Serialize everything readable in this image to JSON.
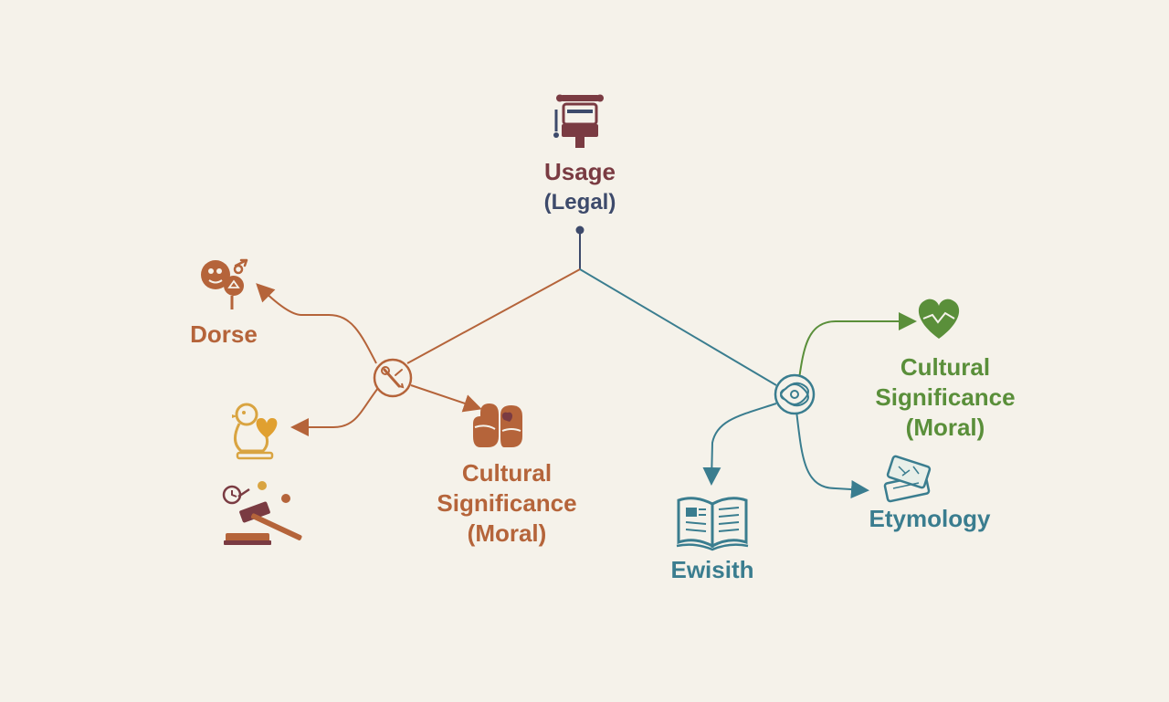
{
  "colors": {
    "background": "#f5f2ea",
    "root": "#7a3b42",
    "root_sub": "#3d4a6b",
    "left_branch": "#b5643a",
    "right_branch": "#3a7d8f",
    "green": "#5a8f3a",
    "gold": "#d9a441"
  },
  "root": {
    "title": "Usage",
    "subtitle": "(Legal)",
    "icon": "legal-machine-icon"
  },
  "left": {
    "hub_icon": "tools-hub-icon",
    "nodes": [
      {
        "label": "Dorse",
        "icon": "dorse-icon"
      },
      {
        "label": "",
        "icon": "bird-heart-icon"
      },
      {
        "label": "",
        "icon": "gavel-icon"
      },
      {
        "lines": [
          "Cultural",
          "Significance",
          "(Moral)"
        ],
        "icon": "hands-icon"
      }
    ]
  },
  "right": {
    "hub_icon": "knot-hub-icon",
    "nodes": [
      {
        "lines": [
          "Cultural",
          "Significance",
          "(Moral)"
        ],
        "icon": "heart-icon"
      },
      {
        "label": "Etymology",
        "icon": "tablets-icon"
      },
      {
        "label": "Ewisith",
        "icon": "book-icon"
      }
    ]
  }
}
